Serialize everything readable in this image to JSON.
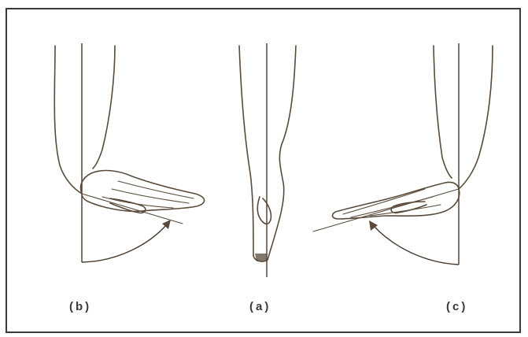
{
  "figure": {
    "panels": [
      {
        "id": "b",
        "caption": "(b)"
      },
      {
        "id": "a",
        "caption": "(a)"
      },
      {
        "id": "c",
        "caption": "(c)"
      }
    ]
  }
}
